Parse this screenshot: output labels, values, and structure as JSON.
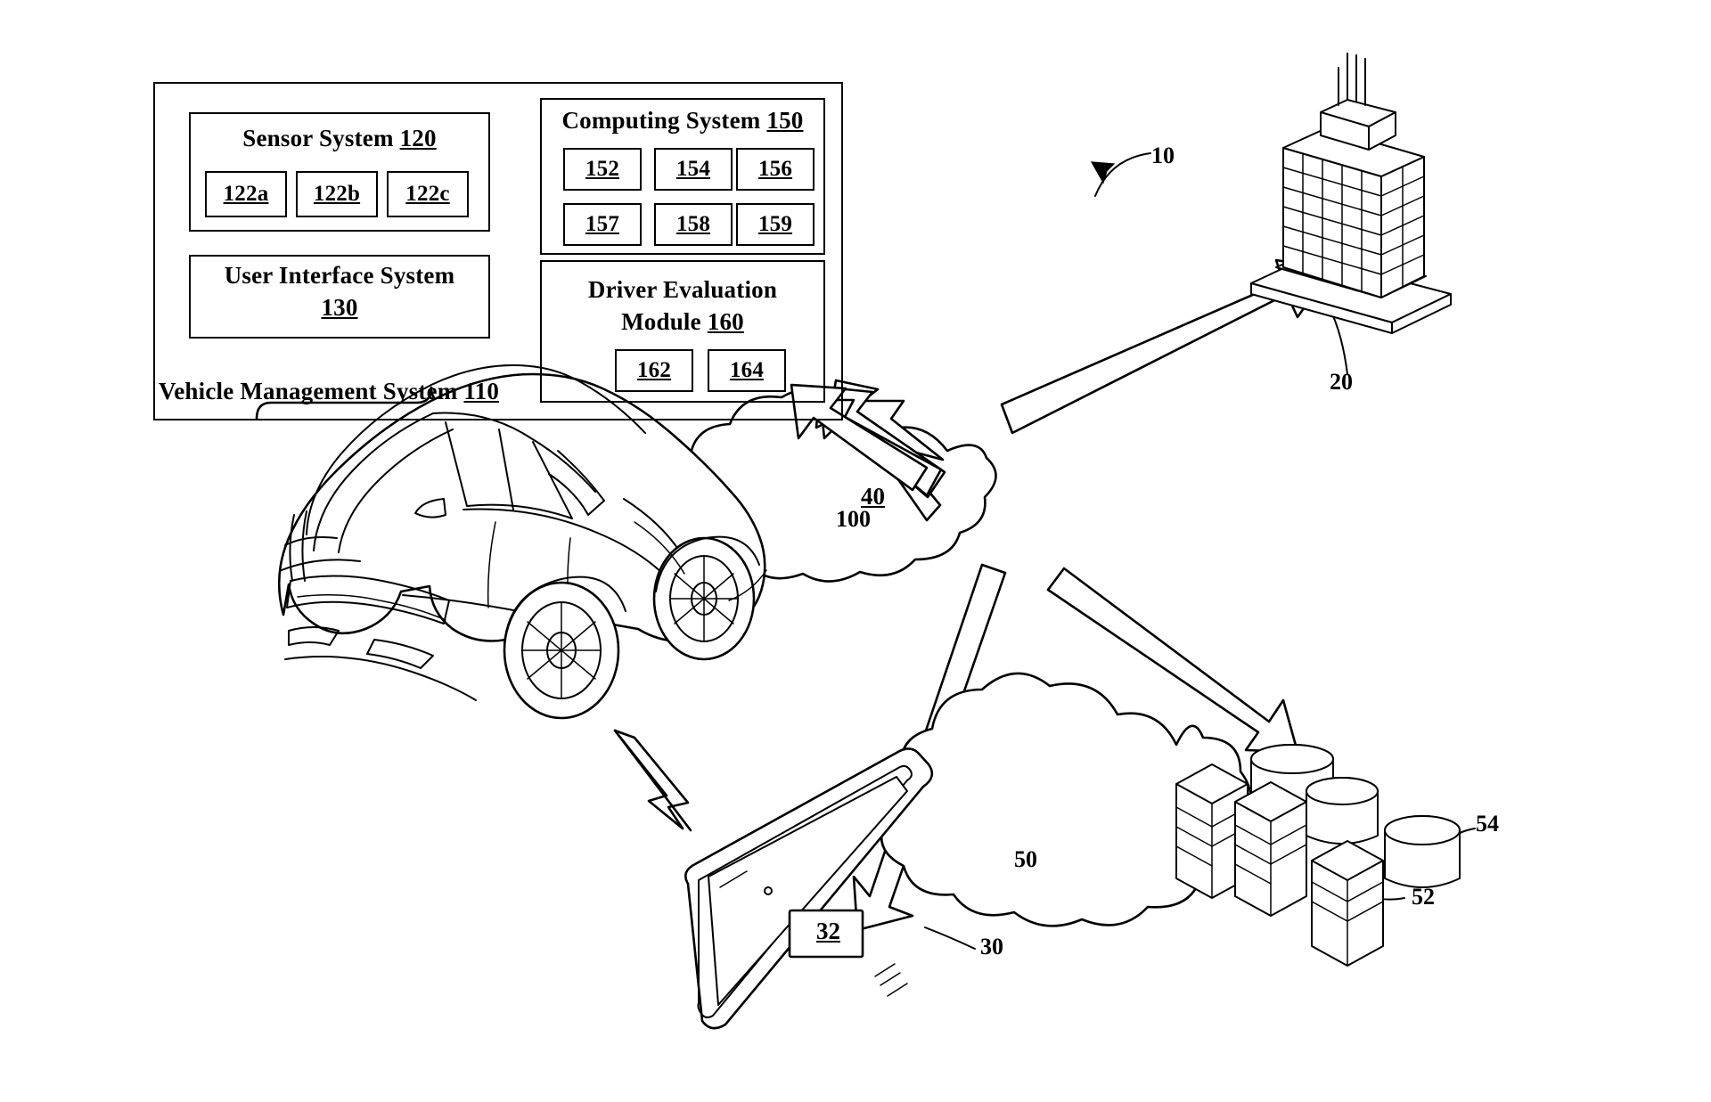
{
  "figure": {
    "kind": "patent-figure",
    "type": "system-architecture-diagram",
    "ink_color": "#000000",
    "background_color": "#ffffff",
    "overall_reference": "10",
    "vehicle_group_reference": "100"
  },
  "vehicle_management_system": {
    "title": "Vehicle Management System",
    "reference": "110",
    "sensor_system": {
      "title": "Sensor System",
      "reference": "120",
      "sensors": [
        {
          "label": "122a"
        },
        {
          "label": "122b"
        },
        {
          "label": "122c"
        }
      ]
    },
    "user_interface_system": {
      "title": "User Interface System",
      "reference": "130"
    },
    "computing_system": {
      "title": "Computing System",
      "reference": "150",
      "components": [
        {
          "label": "152"
        },
        {
          "label": "154"
        },
        {
          "label": "156"
        },
        {
          "label": "157"
        },
        {
          "label": "158"
        },
        {
          "label": "159"
        }
      ]
    },
    "driver_evaluation_module": {
      "title_line1": "Driver Evaluation",
      "title_line2": "Module",
      "reference": "160",
      "components": [
        {
          "label": "162"
        },
        {
          "label": "164"
        }
      ]
    }
  },
  "network": {
    "cloud_label": "40",
    "name": "network-cloud"
  },
  "remote_facility": {
    "reference": "20",
    "name": "building-tower"
  },
  "mobile_device": {
    "reference": "30",
    "screen_label": "32",
    "name": "smartphone"
  },
  "data_center": {
    "reference": "50",
    "server_reference": "52",
    "storage_reference": "54",
    "name": "server-cloud"
  },
  "vehicle": {
    "reference": "100",
    "name": "automobile-suv"
  },
  "connectors": {
    "wireless_link": "lightning-bolt",
    "arrows": [
      {
        "from": "network",
        "to": "vehicle-management-system"
      },
      {
        "from": "network",
        "to": "remote-facility"
      },
      {
        "from": "network",
        "to": "mobile-device"
      },
      {
        "from": "network",
        "to": "data-center"
      }
    ]
  }
}
